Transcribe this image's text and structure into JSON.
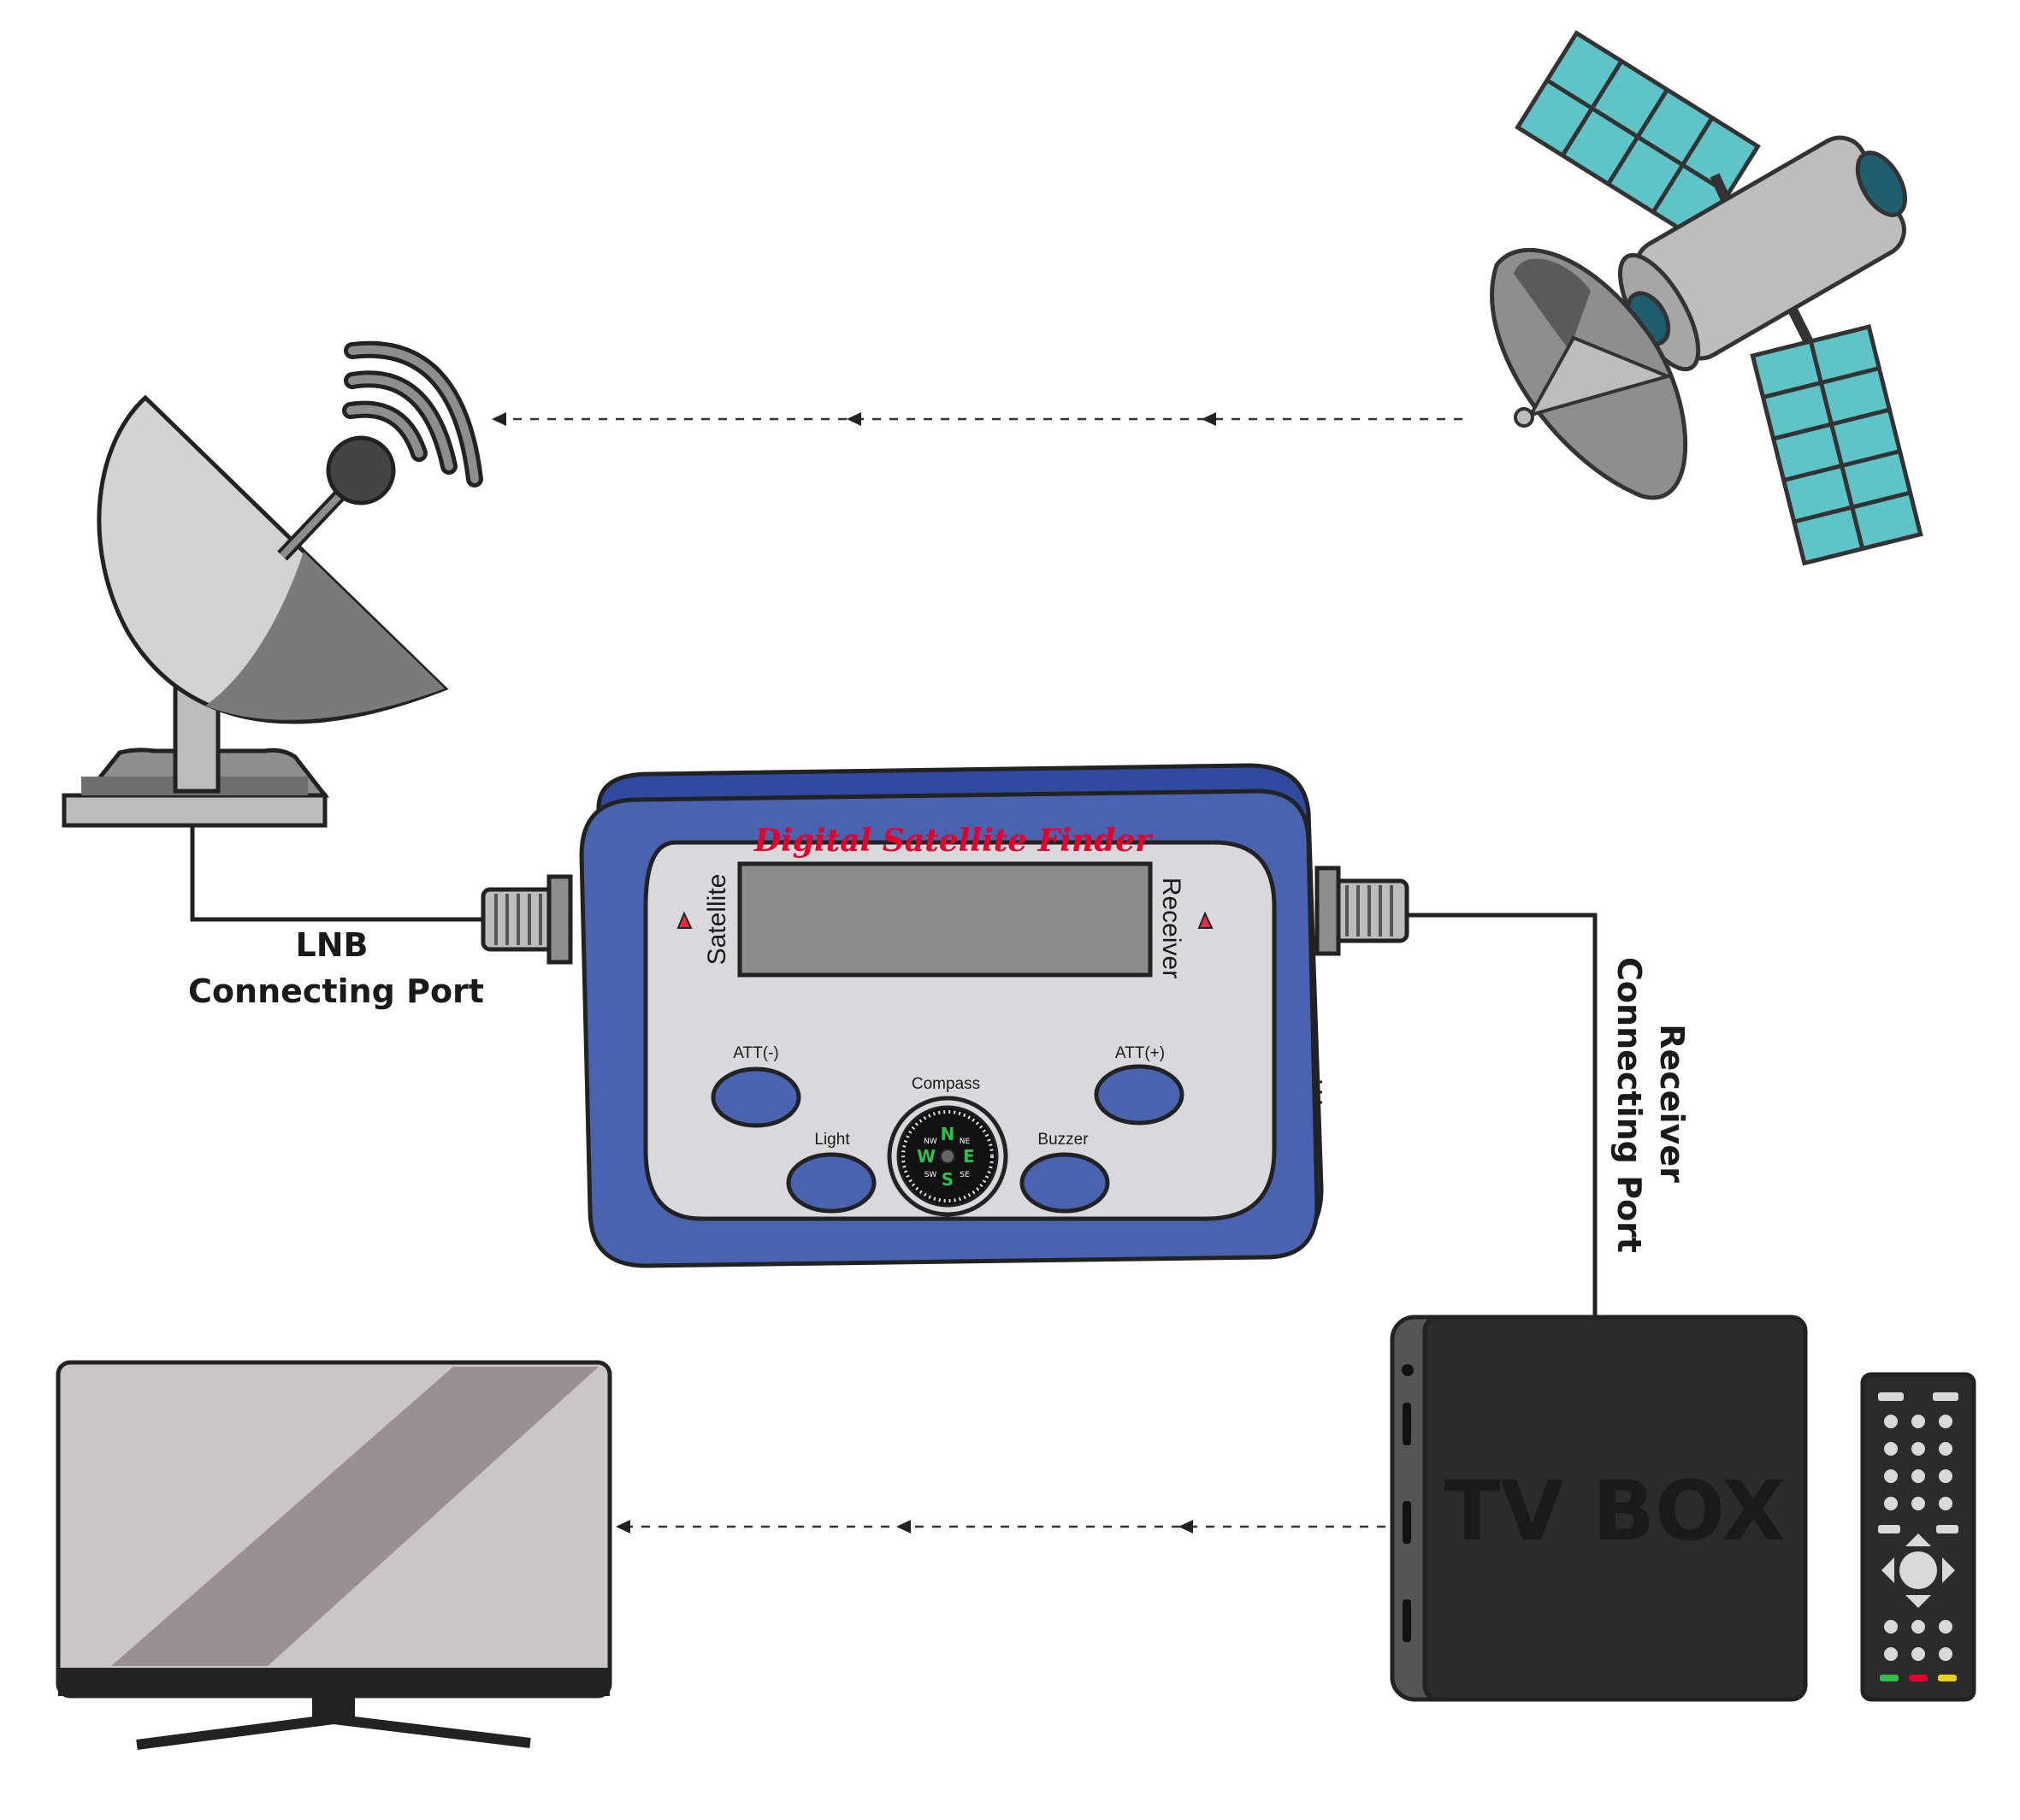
{
  "device": {
    "title": "Digital Satellite Finder",
    "left_port_label": "Satellite",
    "right_port_label": "Receiver",
    "buttons": {
      "att_minus": "ATT(-)",
      "att_plus": "ATT(+)",
      "light": "Light",
      "buzzer": "Buzzer",
      "compass": "Compass"
    },
    "compass_dirs": {
      "n": "N",
      "e": "E",
      "s": "S",
      "w": "W",
      "ne": "NE",
      "nw": "NW",
      "se": "SE",
      "sw": "SW"
    }
  },
  "labels": {
    "lnb_line1": "LNB",
    "lnb_line2": "Connecting Port",
    "receiver_line1": "Receiver",
    "receiver_line2": "Connecting Port"
  },
  "tv_box": {
    "label": "TV BOX"
  },
  "colors": {
    "device_blue": "#4a63b0",
    "device_dark_blue": "#2f4a9e",
    "panel_gray": "#d9d9dd",
    "screen_gray": "#8c8c8c",
    "solar_teal": "#5fc4c8",
    "title_red": "#e3002b",
    "tv_screen": "#cac5c6",
    "box_dark": "#2b2b2b"
  },
  "icons": {
    "dish": "satellite-dish-icon",
    "satellite": "satellite-icon",
    "tv": "television-icon",
    "tv_box": "set-top-box-icon",
    "remote": "remote-control-icon",
    "compass": "compass-icon"
  }
}
